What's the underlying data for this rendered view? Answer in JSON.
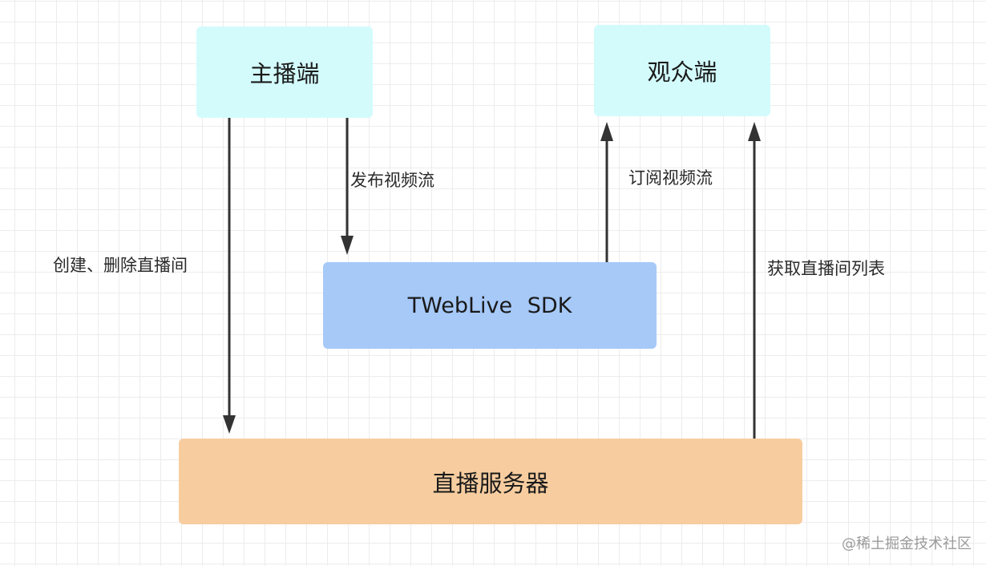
{
  "nodes": {
    "anchor": "主播端",
    "audience": "观众端",
    "sdk": "TWebLive SDK",
    "server": "直播服务器"
  },
  "edges": [
    {
      "from": "anchor",
      "to": "sdk",
      "label": "发布视频流"
    },
    {
      "from": "sdk",
      "to": "audience",
      "label": "订阅视频流"
    },
    {
      "from": "anchor",
      "to": "server",
      "label": "创建、删除直播间"
    },
    {
      "from": "server",
      "to": "audience",
      "label": "获取直播间列表"
    }
  ],
  "colors": {
    "client_fill": "#d3fbfc",
    "sdk_fill": "#a6c9f8",
    "server_fill": "#f7cda0",
    "edge": "#333333"
  },
  "watermark": "@稀土掘金技术社区"
}
